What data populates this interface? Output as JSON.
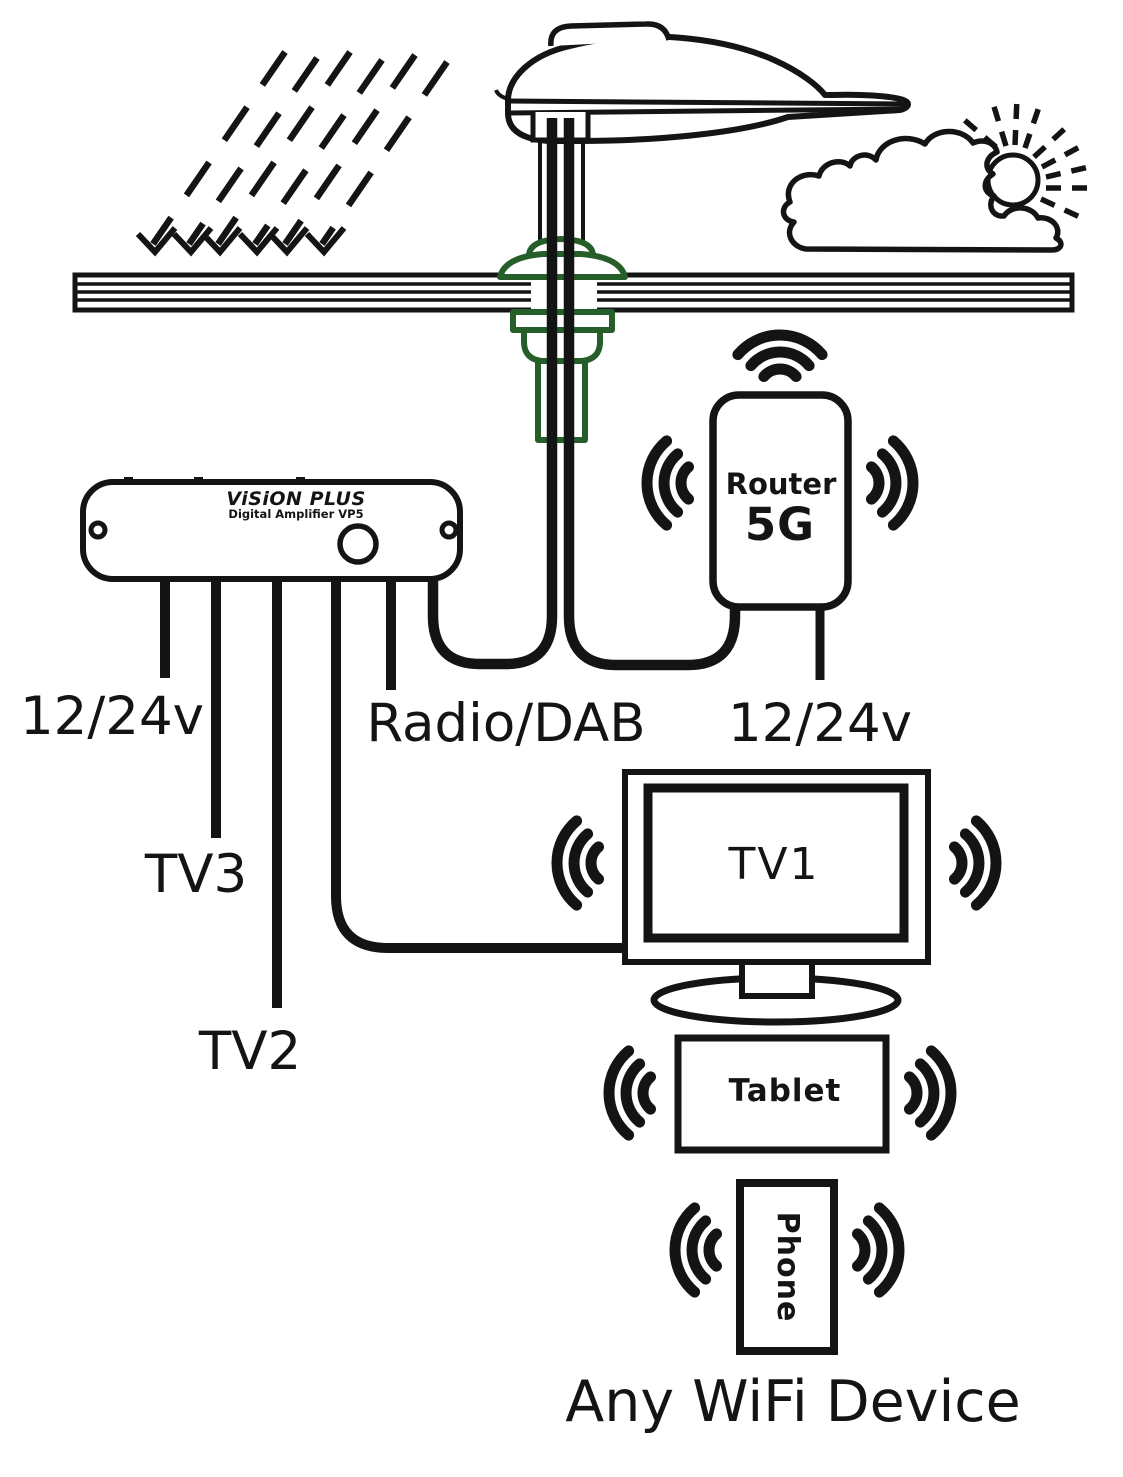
{
  "diagram": {
    "caption": "Any WiFi Device",
    "colors": {
      "line": "#141414",
      "accent_green": "#255e28",
      "background": "#ffffff"
    },
    "amplifier": {
      "brand": "ViSiON PLUS",
      "model": "Digital Amplifier VP5"
    },
    "labels": {
      "amp_power": "12/24v",
      "tv3": "TV3",
      "tv2": "TV2",
      "radio": "Radio/DAB",
      "router_power": "12/24v"
    },
    "router": {
      "name": "Router",
      "network": "5G"
    },
    "devices": {
      "tv1": "TV1",
      "tablet": "Tablet",
      "phone": "Phone"
    }
  }
}
